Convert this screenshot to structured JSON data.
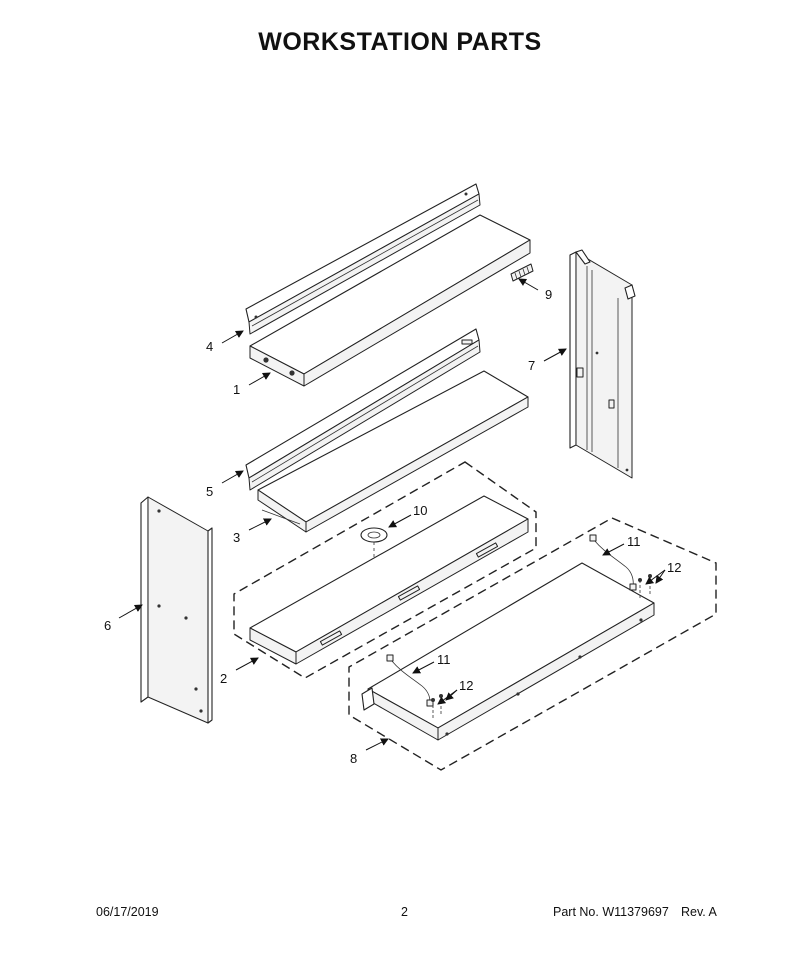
{
  "header": {
    "title": "WORKSTATION PARTS"
  },
  "callouts": [
    "4",
    "9",
    "1",
    "7",
    "5",
    "3",
    "10",
    "6",
    "2",
    "11",
    "12",
    "11",
    "12",
    "8"
  ],
  "footer": {
    "date": "06/17/2019",
    "page": "2",
    "part_no": "Part No.  W11379697",
    "rev": "Rev.  A"
  }
}
